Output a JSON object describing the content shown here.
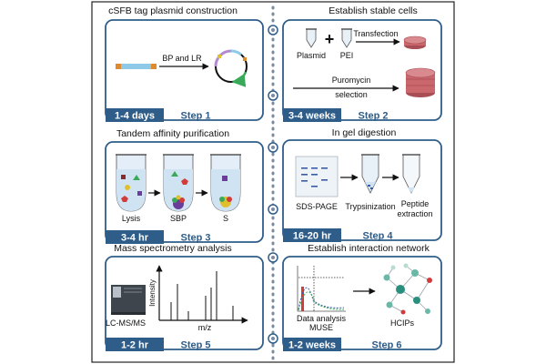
{
  "colors": {
    "frame": "#2f5d8a",
    "tab": "#2f5d8a",
    "dish": "#c9676c",
    "dot": "#7a8aa0",
    "tube_liquid": "#cfe3f3"
  },
  "panels": [
    {
      "title": "cSFB tag plasmid construction",
      "duration": "1-4 days",
      "step": "Step 1"
    },
    {
      "title": "Establish stable cells",
      "duration": "3-4 weeks",
      "step": "Step 2"
    },
    {
      "title": "Tandem affinity purification",
      "duration": "3-4 hr",
      "step": "Step 3"
    },
    {
      "title": "In gel digestion",
      "duration": "16-20 hr",
      "step": "Step 4"
    },
    {
      "title": "Mass spectrometry analysis",
      "duration": "1-2 hr",
      "step": "Step 5"
    },
    {
      "title": "Establish interaction network",
      "duration": "1-2 weeks",
      "step": "Step 6"
    }
  ],
  "labels": {
    "bp_lr": "BP and LR",
    "plasmid": "Plasmid",
    "pei": "PEI",
    "plus": "+",
    "transfection": "Transfection",
    "puromycin_1": "Puromycin",
    "puromycin_2": "selection",
    "lysis": "Lysis",
    "sbp": "SBP",
    "s": "S",
    "sds_page": "SDS-PAGE",
    "trypsinization": "Trypsinization",
    "peptide_1": "Peptide",
    "peptide_2": "extraction",
    "intensity": "Intensity",
    "mz": "m/z",
    "lcms": "LC-MS/MS",
    "data_analysis": "Data analysis",
    "muse": "MUSE",
    "hcips": "HCIPs"
  }
}
